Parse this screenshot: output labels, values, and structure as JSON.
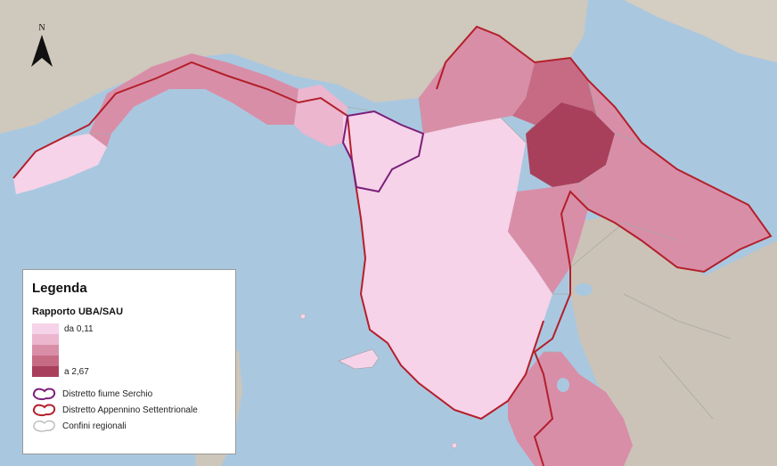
{
  "north_arrow": {
    "letter": "N"
  },
  "legend": {
    "title": "Legenda",
    "subtitle": "Rapporto UBA/SAU",
    "classes": [
      {
        "label": "da 0,11",
        "color": "#f6d3e8"
      },
      {
        "label": "",
        "color": "#ebb6ce"
      },
      {
        "label": "",
        "color": "#d98ea8"
      },
      {
        "label": "",
        "color": "#c76b85"
      },
      {
        "label": "a 2,67",
        "color": "#a8405c"
      }
    ],
    "boundaries": [
      {
        "label": "Distretto fiume Serchio",
        "color": "#7b1e7a",
        "icon": "serchio-district-outline-icon"
      },
      {
        "label": "Distretto Appennino Settentrionale",
        "color": "#b41f2a",
        "icon": "appennino-district-outline-icon"
      },
      {
        "label": "Confini regionali",
        "color": "#b0b0b0",
        "icon": "regional-border-outline-icon"
      }
    ]
  },
  "colors": {
    "sea": "#a9c8e0",
    "relief": "#c9c2b6"
  }
}
